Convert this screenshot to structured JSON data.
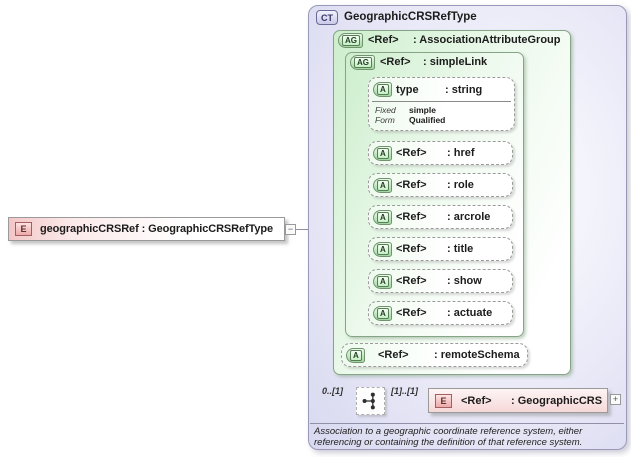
{
  "colors": {
    "complex_type_fill": "#d8d8f0",
    "complex_type_border": "#9898b8",
    "group_fill": "#cdeecd",
    "group_border": "#86a586",
    "element_fill": "#f3c6c6",
    "element_ref_fill": "#f6d8d8",
    "badge_attr_fill": "#9ed89e",
    "connector_line": "#8f8fa5"
  },
  "source_element": {
    "badge": "E",
    "label": "geographicCRSRef : GeographicCRSRefType",
    "collapse_symbol": "−"
  },
  "complex_type": {
    "badge": "CT",
    "title": "GeographicCRSRefType",
    "association_group": {
      "badge": "AG",
      "ref": "<Ref>",
      "label": ": AssociationAttributeGroup"
    },
    "simple_link": {
      "badge": "AG",
      "ref": "<Ref>",
      "label": ": simpleLink"
    },
    "type_attribute": {
      "badge": "A",
      "name": "type",
      "type": ": string",
      "facts": [
        {
          "key": "Fixed",
          "value": "simple"
        },
        {
          "key": "Form",
          "value": "Qualified"
        }
      ]
    },
    "link_attributes": [
      {
        "badge": "A",
        "ref": "<Ref>",
        "label": ": href"
      },
      {
        "badge": "A",
        "ref": "<Ref>",
        "label": ": role"
      },
      {
        "badge": "A",
        "ref": "<Ref>",
        "label": ": arcrole"
      },
      {
        "badge": "A",
        "ref": "<Ref>",
        "label": ": title"
      },
      {
        "badge": "A",
        "ref": "<Ref>",
        "label": ": show"
      },
      {
        "badge": "A",
        "ref": "<Ref>",
        "label": ": actuate"
      }
    ],
    "remote_schema": {
      "badge": "A",
      "ref": "<Ref>",
      "label": ": remoteSchema"
    },
    "sequence": {
      "cardinality_left": "0..[1]",
      "cardinality_right": "[1]..[1]"
    },
    "target_element": {
      "badge": "E",
      "ref": "<Ref>",
      "label": ": GeographicCRS",
      "expand_symbol": "+"
    },
    "annotation": {
      "line1": "Association to a geographic coordinate reference system, either",
      "line2": "referencing or containing the definition of that reference system."
    }
  }
}
